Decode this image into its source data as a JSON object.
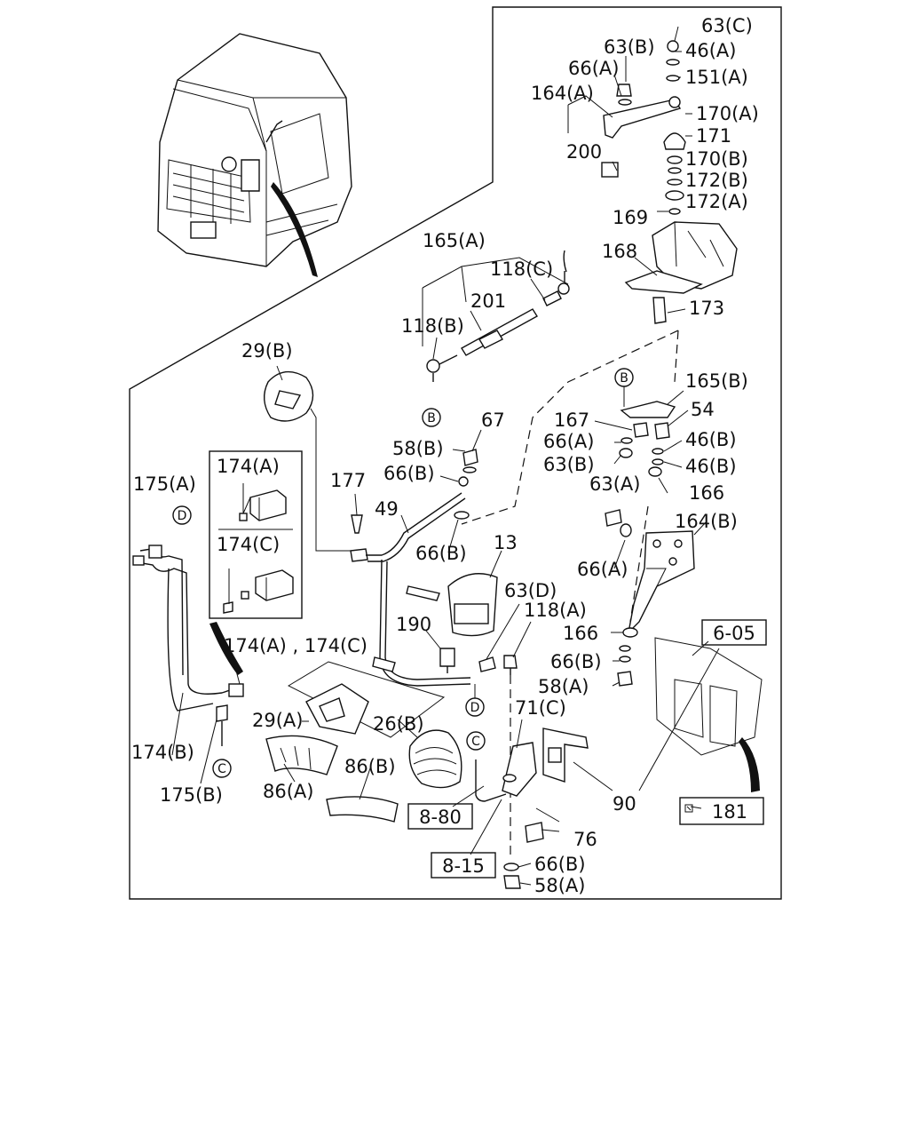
{
  "labels": {
    "l63c": "63(C)",
    "l63b_top": "63(B)",
    "l46a": "46(A)",
    "l66a_top": "66(A)",
    "l151a": "151(A)",
    "l164a": "164(A)",
    "l170a": "170(A)",
    "l171": "171",
    "l200": "200",
    "l170b": "170(B)",
    "l172b": "172(B)",
    "l172a": "172(A)",
    "l169": "169",
    "l165a": "165(A)",
    "l168": "168",
    "l118c": "118(C)",
    "l201": "201",
    "l118b": "118(B)",
    "l173": "173",
    "l29b": "29(B)",
    "l165b": "165(B)",
    "l54": "54",
    "l67": "67",
    "l167": "167",
    "l66a_mid": "66(A)",
    "l46b_1": "46(B)",
    "l58b": "58(B)",
    "l63b_mid": "63(B)",
    "l46b_2": "46(B)",
    "l66b_1": "66(B)",
    "l177": "177",
    "l63a": "63(A)",
    "l166_1": "166",
    "l175a": "175(A)",
    "l49": "49",
    "l164b": "164(B)",
    "l13": "13",
    "l66b_2": "66(B)",
    "l66a_low": "66(A)",
    "l63d": "63(D)",
    "l118a": "118(A)",
    "l190": "190",
    "l166_2": "166",
    "l66b_3": "66(B)",
    "l58a_1": "58(A)",
    "l174ac": "174(A) , 174(C)",
    "l29a": "29(A)",
    "l26b": "26(B)",
    "l71c": "71(C)",
    "l174b": "174(B)",
    "l86b": "86(B)",
    "l86a": "86(A)",
    "l175b": "175(B)",
    "l90": "90",
    "l76": "76",
    "l66b_4": "66(B)",
    "l58a_2": "58(A)",
    "l181": "181"
  },
  "inset": {
    "top_label": "174(A)",
    "bottom_label": "174(C)"
  },
  "refs": {
    "r605": "6-05",
    "r880": "8-80",
    "r815": "8-15"
  },
  "circled": {
    "b_top": "B",
    "b_mid": "B",
    "d_left": "D",
    "d_mid": "D",
    "c_left": "C",
    "c_mid": "C"
  }
}
